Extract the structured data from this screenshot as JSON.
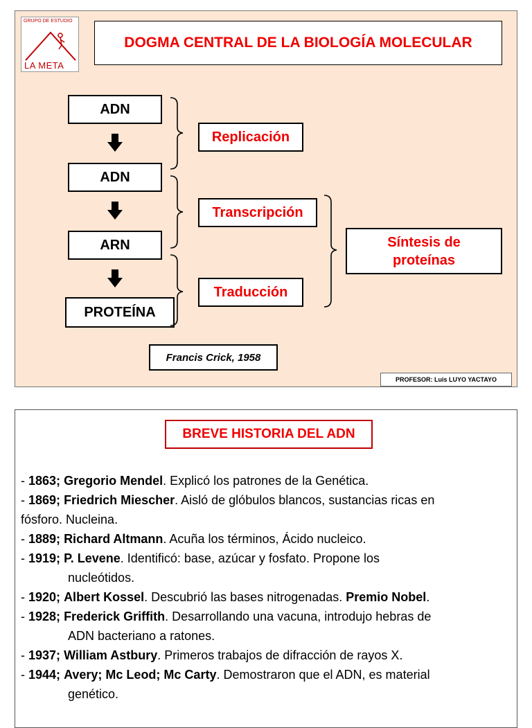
{
  "slide1": {
    "logo_top": "GRUPO DE ESTUDIO",
    "logo_bottom": "LA META",
    "title": "DOGMA CENTRAL DE LA BIOLOGÍA MOLECULAR",
    "molecules": [
      "ADN",
      "ADN",
      "ARN",
      "PROTEÍNA"
    ],
    "processes": [
      "Replicación",
      "Transcripción",
      "Traducción"
    ],
    "synthesis_line1": "Síntesis de",
    "synthesis_line2": "proteínas",
    "credit": "Francis Crick, 1958",
    "teacher": "PROFESOR: Luis LUYO YACTAYO",
    "colors": {
      "background": "#fde6d3",
      "accent": "#ee0000"
    }
  },
  "slide2": {
    "title": "BREVE HISTORIA DEL ADN",
    "items": [
      {
        "prefix": "- ",
        "year": "1863;",
        "name": "Gregorio Mendel",
        "text": ". Explicó los patrones de la Genética.",
        "cont": ""
      },
      {
        "prefix": "- ",
        "year": "1869;",
        "name": "Friedrich Miescher",
        "text": ". Aisló de glóbulos blancos, sustancias ricas en",
        "cont": "fósforo. Nucleina."
      },
      {
        "prefix": "- ",
        "year": "1889;",
        "name": "Richard Altmann",
        "text": ". Acuña los términos, Ácido nucleico.",
        "cont": ""
      },
      {
        "prefix": "- ",
        "year": "1919;",
        "name": "P. Levene",
        "text": ". Identificó: base, azúcar y fosfato. Propone los",
        "cont": "nucleótidos."
      },
      {
        "prefix": "- ",
        "year": "1920;",
        "name": "Albert Kossel",
        "text": ". Descubrió las bases nitrogenadas. ",
        "bold_tail": "Premio Nobel",
        "tail": ".",
        "cont": ""
      },
      {
        "prefix": "- ",
        "year": "1928;",
        "name": "Frederick Griffith",
        "text": ". Desarrollando una vacuna, introdujo hebras de",
        "cont": "ADN bacteriano a ratones."
      },
      {
        "prefix": "- ",
        "year": "1937;",
        "name": "William Astbury",
        "text": ". Primeros trabajos de difracción de rayos X.",
        "cont": ""
      },
      {
        "prefix": "- ",
        "year": "1944;",
        "name": "Avery; Mc Leod; Mc Carty",
        "text": ". Demostraron que el ADN, es material",
        "cont": "genético."
      }
    ]
  }
}
